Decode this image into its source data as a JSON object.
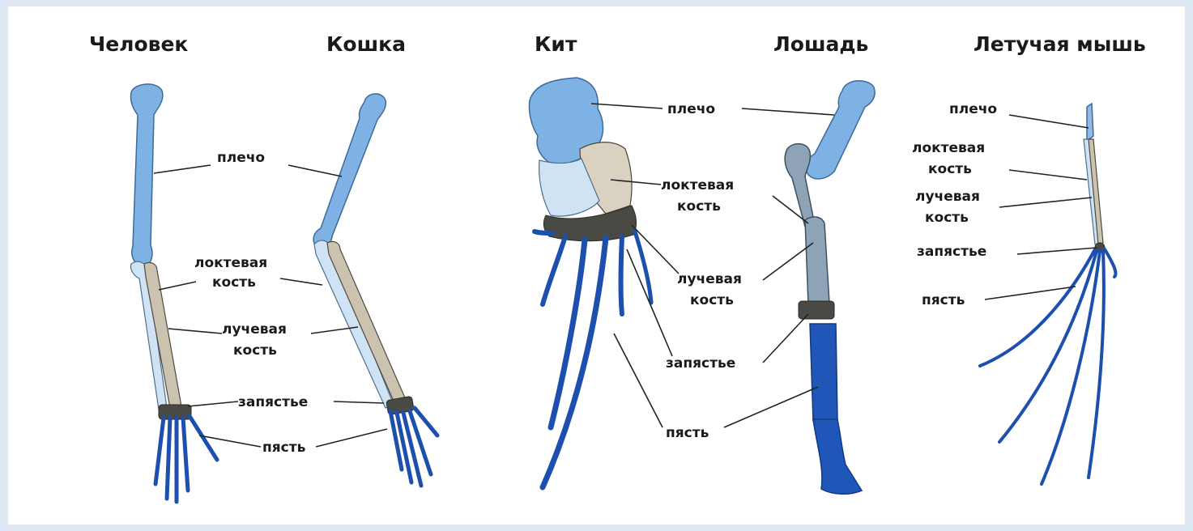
{
  "titles": {
    "human": "Человек",
    "cat": "Кошка",
    "whale": "Кит",
    "horse": "Лошадь",
    "bat": "Летучая мышь"
  },
  "labels": {
    "humerus": "плечо",
    "ulna_line1": "локтевая",
    "ulna_line2": "кость",
    "radius_line1": "лучевая",
    "radius_line2": "кость",
    "carpus": "запястье",
    "metacarpus": "пясть"
  }
}
